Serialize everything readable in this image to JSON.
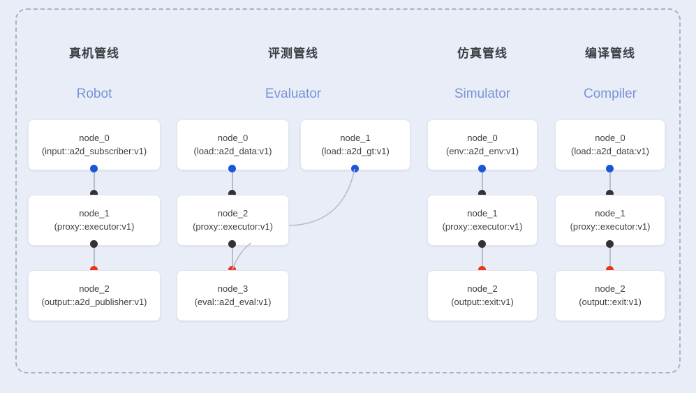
{
  "frame": {
    "border_style": "dashed",
    "border_color": "#a9b2c4",
    "background_color": "#e8edf8"
  },
  "palette": {
    "port_out_color": "#1a56db",
    "port_mid_color": "#333333",
    "port_in_color": "#ee3322",
    "link_color": "#b7bcc6",
    "subtitle_color": "#7b93d6",
    "title_color": "#3c4043",
    "card_background": "#ffffff"
  },
  "columns": [
    {
      "id": "robot",
      "title": "真机管线",
      "subtitle": "Robot",
      "nodes": [
        {
          "name": "node_0",
          "type": "(input::a2d_subscriber:v1)"
        },
        {
          "name": "node_1",
          "type": "(proxy::executor:v1)"
        },
        {
          "name": "node_2",
          "type": "(output::a2d_publisher:v1)"
        }
      ]
    },
    {
      "id": "evaluator",
      "title": "评测管线",
      "subtitle": "Evaluator",
      "nodes": [
        {
          "name": "node_0",
          "type": "(load::a2d_data:v1)"
        },
        {
          "name": "node_1",
          "type": "(load::a2d_gt:v1)"
        },
        {
          "name": "node_2",
          "type": "(proxy::executor:v1)"
        },
        {
          "name": "node_3",
          "type": "(eval::a2d_eval:v1)"
        }
      ]
    },
    {
      "id": "simulator",
      "title": "仿真管线",
      "subtitle": "Simulator",
      "nodes": [
        {
          "name": "node_0",
          "type": "(env::a2d_env:v1)"
        },
        {
          "name": "node_1",
          "type": "(proxy::executor:v1)"
        },
        {
          "name": "node_2",
          "type": "(output::exit:v1)"
        }
      ]
    },
    {
      "id": "compiler",
      "title": "编译管线",
      "subtitle": "Compiler",
      "nodes": [
        {
          "name": "node_0",
          "type": "(load::a2d_data:v1)"
        },
        {
          "name": "node_1",
          "type": "(proxy::executor:v1)"
        },
        {
          "name": "node_2",
          "type": "(output::exit:v1)"
        }
      ]
    }
  ]
}
